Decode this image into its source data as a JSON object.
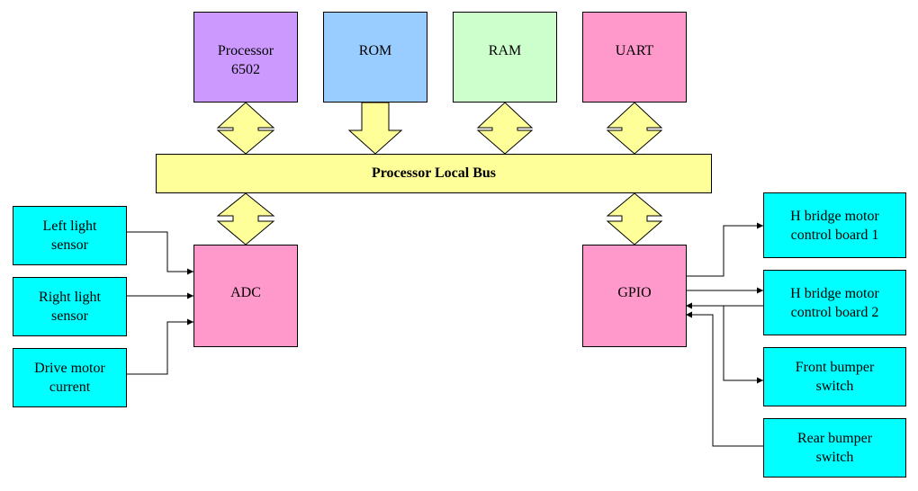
{
  "colors": {
    "processor": "#cc99ff",
    "rom": "#99ccff",
    "ram": "#ccffcc",
    "uart": "#ff99cc",
    "bus": "#ffff99",
    "adc": "#ff99cc",
    "gpio": "#ff99cc",
    "io": "#00ffff",
    "arrow_fill": "#ffff99"
  },
  "blocks": {
    "processor": "Processor\n6502",
    "rom": "ROM",
    "ram": "RAM",
    "uart": "UART",
    "bus": "Processor Local Bus",
    "adc": "ADC",
    "gpio": "GPIO"
  },
  "adc_inputs": [
    "Left light\nsensor",
    "Right light\nsensor",
    "Drive motor\ncurrent"
  ],
  "gpio_io": [
    "H bridge motor\ncontrol board 1",
    "H bridge motor\ncontrol board 2",
    "Front bumper\nswitch",
    "Rear bumper\nswitch"
  ]
}
